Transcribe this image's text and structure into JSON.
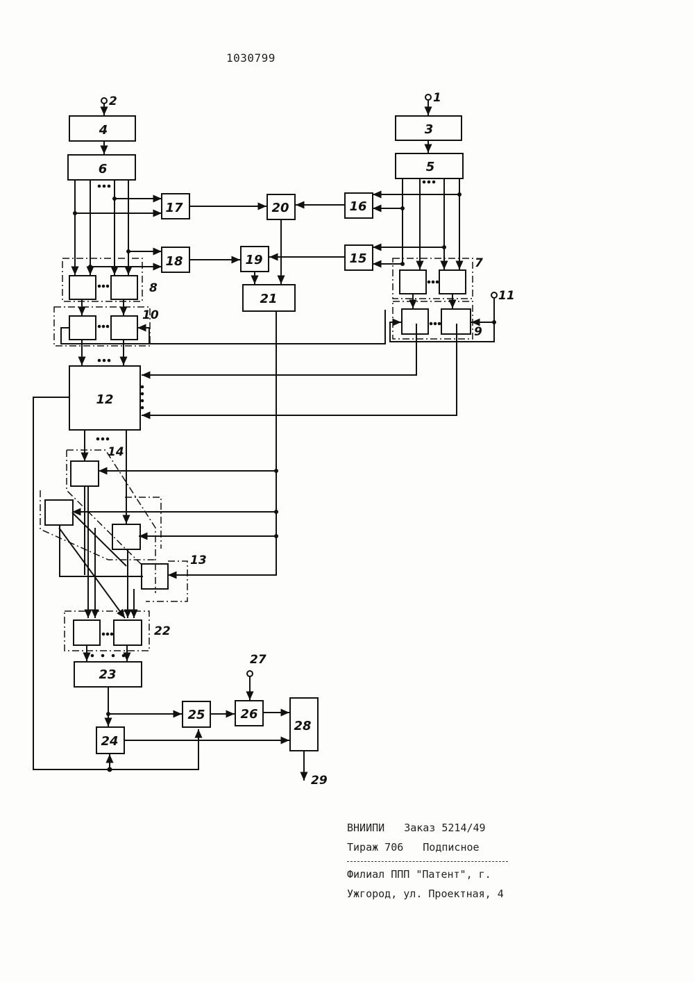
{
  "document": {
    "number": "1030799"
  },
  "blocks": {
    "b3": "3",
    "b4": "4",
    "b5": "5",
    "b6": "6",
    "b12": "12",
    "b15": "15",
    "b16": "16",
    "b17": "17",
    "b18": "18",
    "b19": "19",
    "b20": "20",
    "b21": "21",
    "b23": "23",
    "b24": "24",
    "b25": "25",
    "b26": "26",
    "b28": "28"
  },
  "group_labels": {
    "g7": "7",
    "g8": "8",
    "g9": "9",
    "g10": "10",
    "g13": "13",
    "g14": "14",
    "g22": "22"
  },
  "terminals": {
    "t1": "1",
    "t2": "2",
    "t11": "11",
    "t27": "27",
    "t29": "29"
  },
  "imprint": {
    "org": "ВНИИПИ",
    "order": "Заказ 5214/49",
    "circulation": "Тираж 706",
    "subscription": "Подписное",
    "branch": "Филиал ППП \"Патент\", г.",
    "address": "Ужгород, ул. Проектная, 4"
  }
}
